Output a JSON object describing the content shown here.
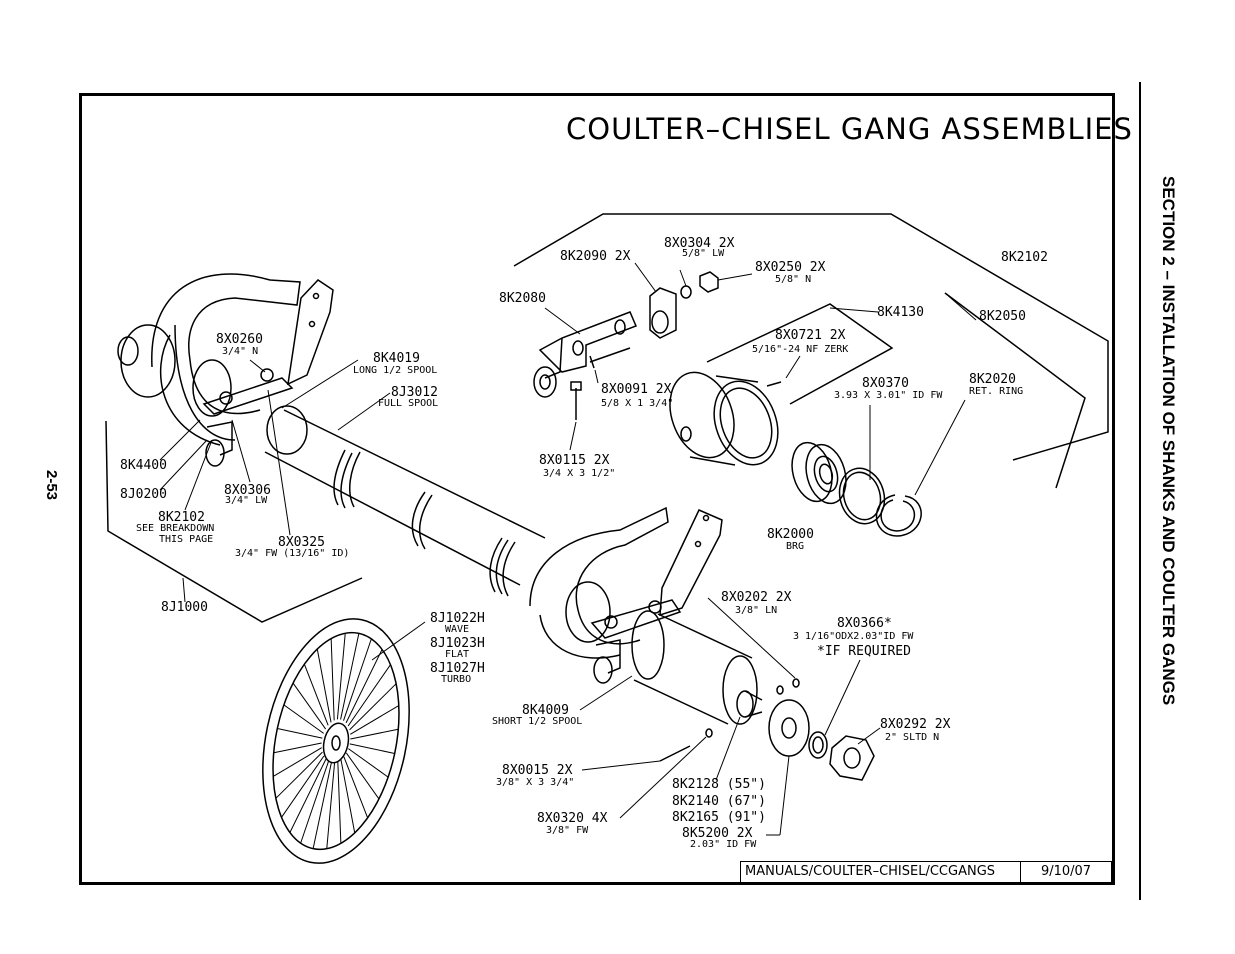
{
  "page": {
    "title": "COULTER–CHISEL GANG ASSEMBLIES",
    "section_heading": "SECTION 2 – INSTALLATION OF SHANKS AND COULTER GANGS",
    "page_number": "2-53",
    "title_block": {
      "path": "MANUALS/COULTER–CHISEL/CCGANGS",
      "date": "9/10/07"
    }
  },
  "labels": [
    {
      "id": "8K2102_top",
      "text": "8K2102",
      "sub": ""
    },
    {
      "id": "8X0304",
      "text": "8X0304  2X",
      "sub": "5/8\" LW"
    },
    {
      "id": "8K2090",
      "text": "8K2090  2X",
      "sub": ""
    },
    {
      "id": "8X0250",
      "text": "8X0250  2X",
      "sub": "5/8\" N"
    },
    {
      "id": "8K2080",
      "text": "8K2080",
      "sub": ""
    },
    {
      "id": "8K4130",
      "text": "8K4130",
      "sub": ""
    },
    {
      "id": "8K2050",
      "text": "8K2050",
      "sub": ""
    },
    {
      "id": "8X0721",
      "text": "8X0721  2X",
      "sub": "5/16\"-24 NF ZERK"
    },
    {
      "id": "8X0260",
      "text": "8X0260",
      "sub": "3/4\" N"
    },
    {
      "id": "8K4019",
      "text": "8K4019",
      "sub": "LONG 1/2 SPOOL"
    },
    {
      "id": "8J3012",
      "text": "8J3012",
      "sub": "FULL SPOOL"
    },
    {
      "id": "8X0091",
      "text": "8X0091  2X",
      "sub": "5/8 X 1 3/4\""
    },
    {
      "id": "8X0370",
      "text": "8X0370",
      "sub": "3.93 X 3.01\" ID FW"
    },
    {
      "id": "8K2020",
      "text": "8K2020",
      "sub": "RET. RING"
    },
    {
      "id": "8X0115",
      "text": "8X0115  2X",
      "sub": "3/4 X 3 1/2\""
    },
    {
      "id": "8K4400",
      "text": "8K4400",
      "sub": ""
    },
    {
      "id": "8J0200",
      "text": "8J0200",
      "sub": ""
    },
    {
      "id": "8X0306",
      "text": "8X0306",
      "sub": "3/4\" LW"
    },
    {
      "id": "8K2102_mid",
      "text": "8K2102",
      "sub": "SEE BREAKDOWN"
    },
    {
      "id": "this_page",
      "text": "",
      "sub": "THIS PAGE"
    },
    {
      "id": "8X0325",
      "text": "8X0325",
      "sub": "3/4\" FW (13/16\" ID)"
    },
    {
      "id": "8K2000",
      "text": "8K2000",
      "sub": "BRG"
    },
    {
      "id": "8J1000",
      "text": "8J1000",
      "sub": ""
    },
    {
      "id": "8X0202",
      "text": "8X0202  2X",
      "sub": "3/8\" LN"
    },
    {
      "id": "8J1022H",
      "text": "8J1022H",
      "sub": "WAVE"
    },
    {
      "id": "8J1023H",
      "text": "8J1023H",
      "sub": "FLAT"
    },
    {
      "id": "8J1027H",
      "text": "8J1027H",
      "sub": "TURBO"
    },
    {
      "id": "8X0366",
      "text": "8X0366*",
      "sub": "3 1/16\"ODX2.03\"ID FW"
    },
    {
      "id": "if_required",
      "text": "*IF  REQUIRED",
      "sub": ""
    },
    {
      "id": "8K4009",
      "text": "8K4009",
      "sub": "SHORT 1/2 SPOOL"
    },
    {
      "id": "8X0292",
      "text": "8X0292  2X",
      "sub": "2\" SLTD N"
    },
    {
      "id": "8X0015",
      "text": "8X0015  2X",
      "sub": "3/8\" X 3 3/4\""
    },
    {
      "id": "8K2128",
      "text": "8K2128  (55\")",
      "sub": ""
    },
    {
      "id": "8K2140",
      "text": "8K2140  (67\")",
      "sub": ""
    },
    {
      "id": "8K2165",
      "text": "8K2165  (91\")",
      "sub": ""
    },
    {
      "id": "8X0320",
      "text": "8X0320  4X",
      "sub": "3/8\" FW"
    },
    {
      "id": "8K5200",
      "text": "8K5200  2X",
      "sub": "2.03\" ID FW"
    }
  ]
}
